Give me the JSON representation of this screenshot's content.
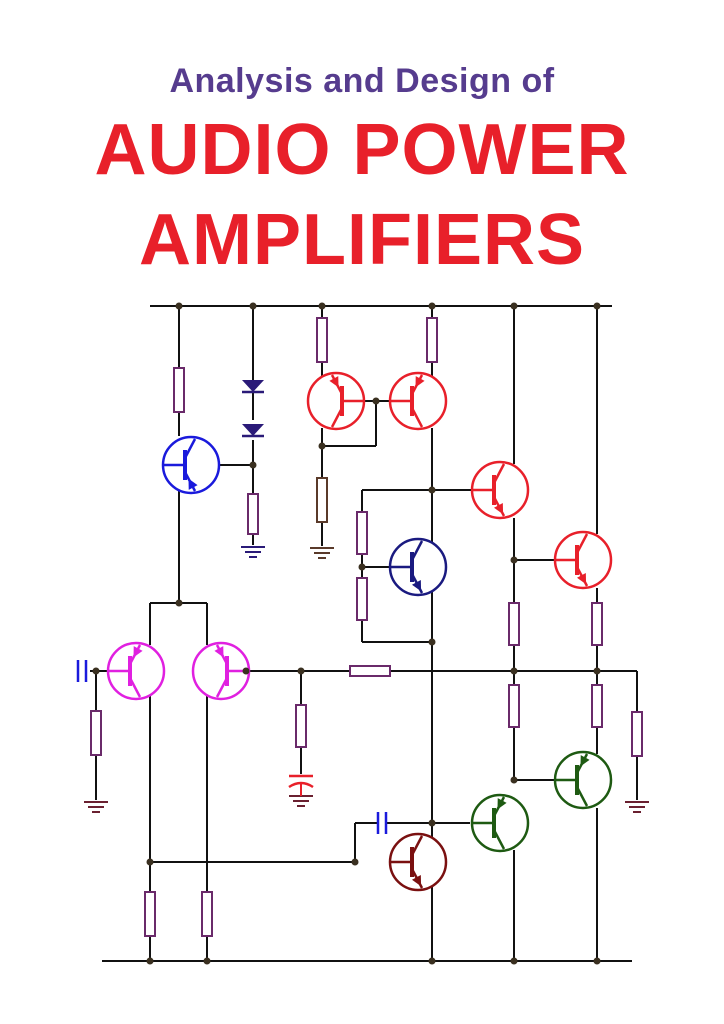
{
  "cover": {
    "subtitle": "Analysis and Design of",
    "title_line1": "AUDIO POWER",
    "title_line2": "AMPLIFIERS"
  },
  "colors": {
    "subtitle": "#563c8e",
    "title": "#e8202a",
    "wire": "#111111",
    "resistor": "#6a2a6a",
    "node": "#3a3020",
    "diode": "#2a1a78",
    "vas_driver_red": "#e8202a",
    "bias_blue": "#1a1adc",
    "vbe_navy": "#1a1a80",
    "input_magenta": "#e020e0",
    "output_green": "#1e5a12",
    "vas_maroon": "#7a1010",
    "cap_blue": "#1a1adc",
    "cap_red": "#e8202a",
    "ground_maroon": "#6a2030"
  }
}
